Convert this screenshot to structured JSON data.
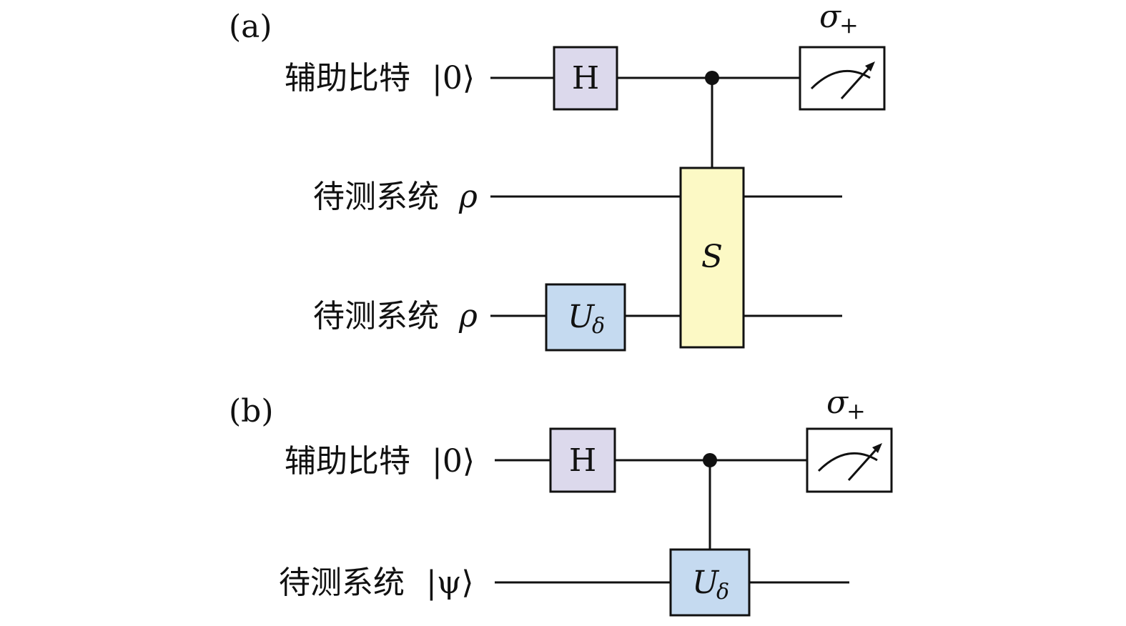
{
  "panels": {
    "a": {
      "label": "(a)",
      "wires": [
        {
          "text": "辅助比特",
          "state": "|0⟩"
        },
        {
          "text": "待测系统",
          "state": "ρ"
        },
        {
          "text": "待测系统",
          "state": "ρ"
        }
      ],
      "gates": {
        "hadamard": "H",
        "swap": "S",
        "unitary_base": "U",
        "unitary_sub": "δ"
      },
      "measurement": {
        "base": "σ",
        "sub": "+"
      }
    },
    "b": {
      "label": "(b)",
      "wires": [
        {
          "text": "辅助比特",
          "state": "|0⟩"
        },
        {
          "text": "待测系统",
          "state": "|ψ⟩"
        }
      ],
      "gates": {
        "hadamard": "H",
        "unitary_base": "U",
        "unitary_sub": "δ"
      },
      "measurement": {
        "base": "σ",
        "sub": "+"
      }
    }
  },
  "colors": {
    "hadamard_fill": "#dcd9ec",
    "swap_fill": "#fcf9c5",
    "unitary_fill": "#c5daf0",
    "line": "#111111"
  }
}
